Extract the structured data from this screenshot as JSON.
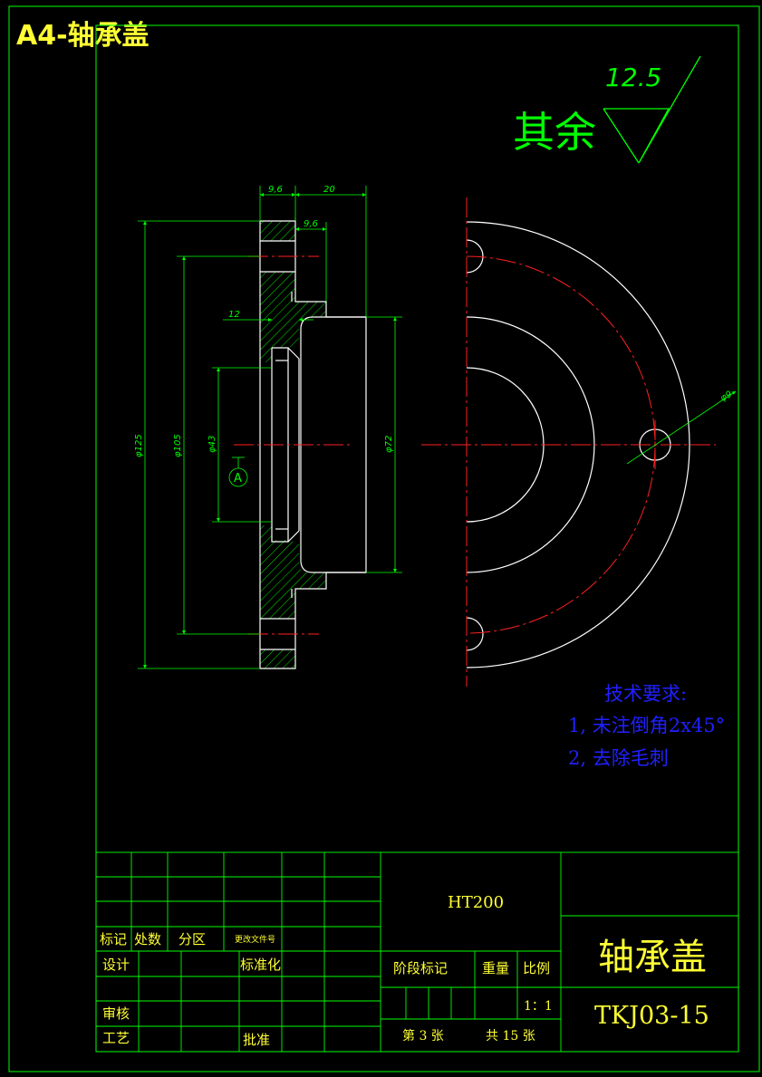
{
  "sheet": {
    "format_label": "A4-轴承盖",
    "roughness": {
      "prefix": "其余",
      "value": "12.5"
    }
  },
  "dimensions": {
    "d_9_6_top": "9,6",
    "d_20": "20",
    "d_9_6_inner": "9,6",
    "d_12": "12",
    "d_phi125": "φ125",
    "d_phi105": "φ105",
    "d_phi43": "φ43",
    "d_phi72": "φ72",
    "d_phi9": "φ9",
    "datum": "A"
  },
  "requirements": {
    "title": "技术要求:",
    "item1": "1, 未注倒角2x45°",
    "item2": "2, 去除毛刺"
  },
  "title_block": {
    "material": "HT200",
    "part_name": "轴承盖",
    "drawing_no": "TKJ03-15",
    "labels": {
      "mark": "标记",
      "count": "处数",
      "zone": "分区",
      "change_doc": "更改文件号",
      "design": "设计",
      "standardization": "标准化",
      "review": "审核",
      "process": "工艺",
      "approve": "批准",
      "stage_mark": "阶段标记",
      "weight": "重量",
      "scale": "比例"
    },
    "scale_value": "1：1",
    "sheet_no": "第 3 张",
    "sheet_total": "共 15 张"
  },
  "colors": {
    "frame": "#00ff00",
    "geometry": "#ffffff",
    "centerline": "#ff2020",
    "dimension": "#00ff00",
    "title_text": "#ffff33",
    "requirements": "#2020ff"
  }
}
